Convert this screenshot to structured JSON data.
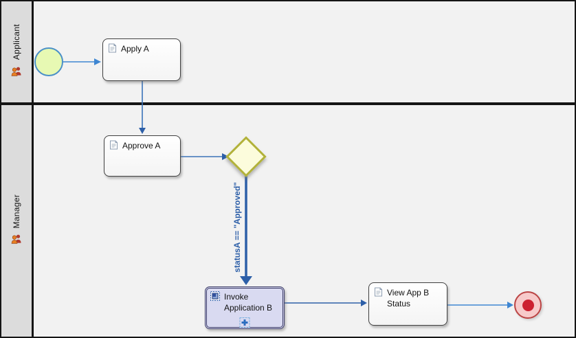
{
  "diagram": {
    "type": "bpmn-process",
    "lanes": [
      {
        "label": "Applicant",
        "icon": "participants-icon"
      },
      {
        "label": "Manager",
        "icon": "participants-icon"
      }
    ],
    "nodes": {
      "start_event": {
        "shape": "circle",
        "role": "start-event"
      },
      "apply_a": {
        "label": "Apply A",
        "icon": "task-document-icon"
      },
      "approve_a": {
        "label": "Approve A",
        "icon": "task-document-icon"
      },
      "decision_gateway": {
        "shape": "diamond",
        "role": "exclusive-gateway"
      },
      "invoke_app_b": {
        "label": "Invoke Application B",
        "icon": "subprocess-icon",
        "marker": "collapsed-plus"
      },
      "view_app_b_status": {
        "label": "View App B Status",
        "icon": "task-document-icon"
      },
      "end_event": {
        "shape": "circle",
        "role": "end-event"
      }
    },
    "flows": {
      "condition_label": "statusA == \"Approved\""
    },
    "colors": {
      "canvas_bg": "#f2f2f2",
      "lane_header_bg": "#dcdcdc",
      "pool_border": "#151515",
      "task_fill": "#ffffff",
      "task_border": "#3f3f3f",
      "subprocess_fill": "#d9daf1",
      "subprocess_border": "#3a3a66",
      "gateway_fill": "#fcfcdc",
      "gateway_border": "#b2b23a",
      "start_fill": "#e7f9b3",
      "start_border": "#4a90c8",
      "end_fill": "#f7caca",
      "end_border": "#bb4444",
      "end_dot": "#cc2030",
      "flow_blue": "#3e86d2",
      "flow_dark_blue": "#2d5fa8"
    }
  }
}
